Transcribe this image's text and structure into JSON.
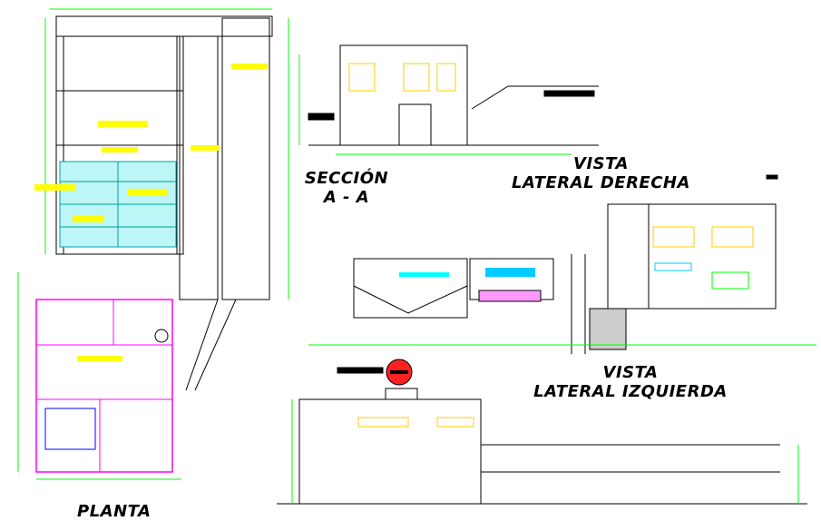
{
  "titles": {
    "seccion_line1": "SECCIÓN",
    "seccion_line2": "A - A",
    "vista_derecha_line1": "VISTA",
    "vista_derecha_line2": "LATERAL DERECHA",
    "vista_izquierda_line1": "VISTA",
    "vista_izquierda_line2": "LATERAL IZQUIERDA",
    "planta": "PLANTA"
  },
  "colors": {
    "line": "#000000",
    "dimension": "#00ff00",
    "label": "#ffff00",
    "water": "#00ffff",
    "walls": "#ff00ff",
    "fixture": "#0000ff",
    "symbol": "#ff0000"
  }
}
